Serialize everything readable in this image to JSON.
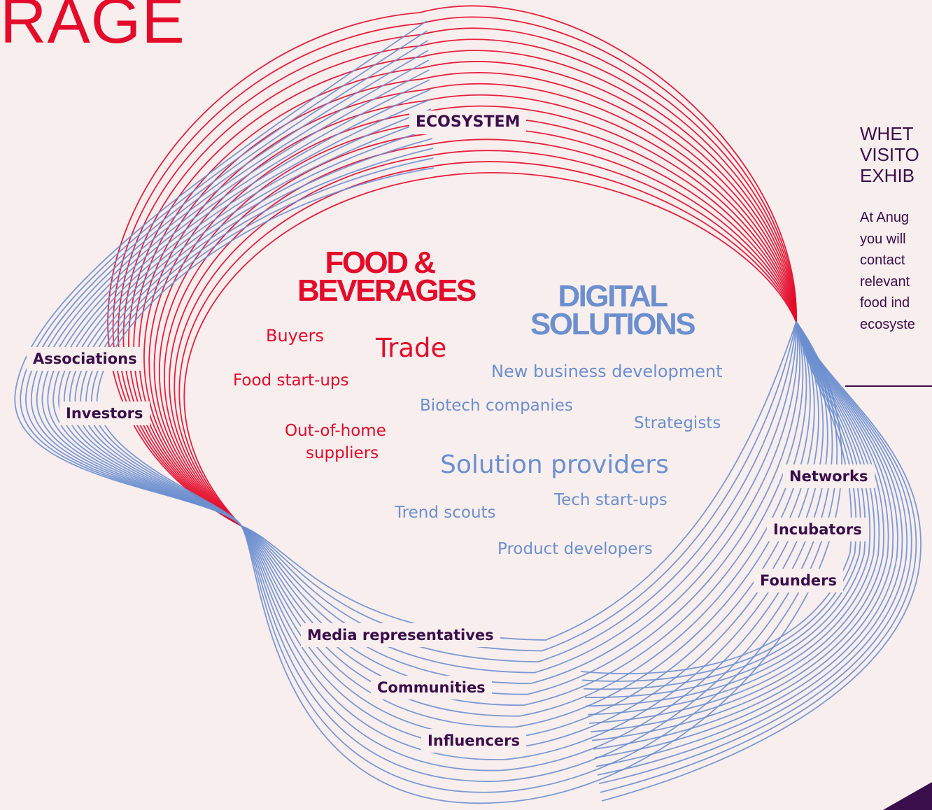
{
  "colors": {
    "background": "#f9eeee",
    "brand_red": "#e30a2a",
    "brand_blue": "#6b8fcf",
    "dark_purple": "#3a0e4a"
  },
  "heading": "RAGE",
  "sidebar": {
    "title_lines": [
      "WHET",
      "VISITO",
      "EXHIB"
    ],
    "body_lines": [
      "At Anug",
      "you will",
      "contact",
      "relevant",
      "food ind",
      "ecosyste"
    ]
  },
  "diagram": {
    "ecosystem_label": "ECOSYSTEM",
    "ring_labels": [
      "Associations",
      "Investors",
      "Networks",
      "Incubators",
      "Founders",
      "Media representatives",
      "Communities",
      "Influencers"
    ],
    "food_beverages": {
      "heading_lines": [
        "FOOD &",
        "BEVERAGES"
      ],
      "items": [
        "Buyers",
        "Trade",
        "Food start-ups",
        "Out-of-home",
        "suppliers"
      ]
    },
    "digital_solutions": {
      "heading_lines": [
        "DIGITAL",
        "SOLUTIONS"
      ],
      "items": [
        "New business development",
        "Biotech companies",
        "Strategists",
        "Solution providers",
        "Trend scouts",
        "Tech start-ups",
        "Product developers"
      ]
    }
  }
}
